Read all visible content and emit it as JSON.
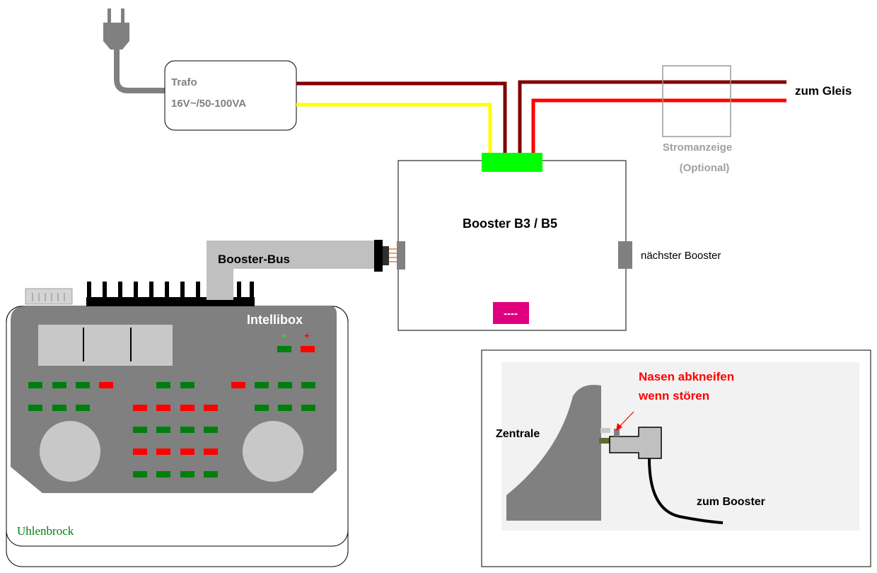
{
  "trafo": {
    "line1": "Trafo",
    "line2": "16V~/50-100VA"
  },
  "track_label": "zum Gleis",
  "ammeter": {
    "line1": "Stromanzeige",
    "line2": "(Optional)"
  },
  "booster": {
    "title": "Booster B3 / B5",
    "next_label": "nächster Booster",
    "dip": "----"
  },
  "bus_label": "Booster-Bus",
  "central": {
    "brand": "Intellibox",
    "maker": "Uhlenbrock"
  },
  "inset": {
    "note_line1": "Nasen abkneifen",
    "note_line2": "wenn stören",
    "central_label": "Zentrale",
    "cable_label": "zum Booster"
  },
  "colors": {
    "wire_dark": "#800000",
    "wire_red": "#ff0000",
    "wire_yellow": "#ffff00",
    "terminal_green": "#00ff00",
    "dip_magenta": "#e0007f",
    "led_green": "#007f0e",
    "led_red": "#ff0000",
    "device_gray": "#808080",
    "note_red": "#ff0000",
    "brand_green": "#007f0e"
  }
}
